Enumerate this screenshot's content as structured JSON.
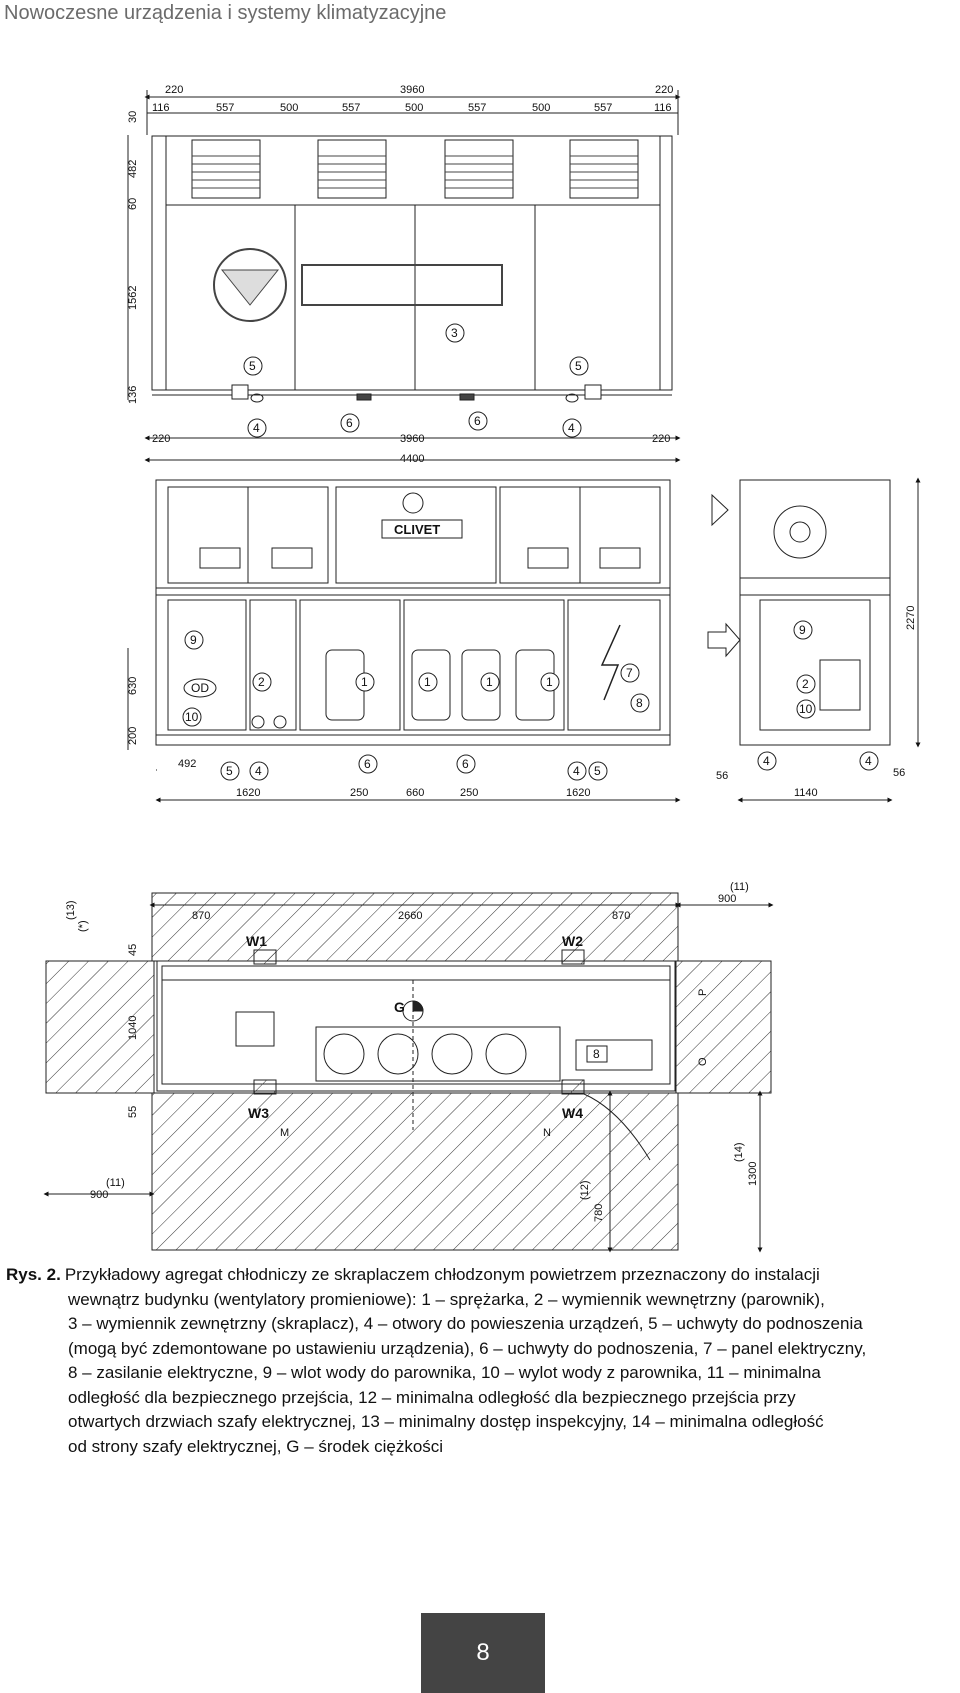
{
  "header": "Nowoczesne urządzenia i systemy klimatyzacyjne",
  "top_view": {
    "dims_top_row1": [
      "220",
      "3960",
      "220"
    ],
    "dims_top_row2": [
      "116",
      "557",
      "500",
      "557",
      "500",
      "557",
      "500",
      "557",
      "116"
    ],
    "dims_left": [
      "30",
      "482",
      "60",
      "1562",
      "136"
    ],
    "dims_bottom": [
      "220",
      "3960",
      "220"
    ],
    "overall_width": "4400",
    "brand": "CLIVET",
    "callouts": [
      "5",
      "5",
      "3",
      "4",
      "6",
      "6",
      "4"
    ]
  },
  "front_view": {
    "callouts_left": [
      "9",
      "OD",
      "10",
      "2"
    ],
    "compressor_labels": [
      "1",
      "1",
      "1",
      "1",
      "1"
    ],
    "panel_labels": [
      "7",
      "8"
    ],
    "bottom_callouts": [
      "5",
      "4",
      "6",
      "6",
      "4",
      "5"
    ],
    "dim_492": "492",
    "dims_left": [
      "630",
      "200"
    ],
    "dims_bottom": [
      "1620",
      "250",
      "660",
      "250",
      "1620"
    ]
  },
  "side_view": {
    "callouts": [
      "9",
      "2",
      "10",
      "4",
      "4"
    ],
    "height": "2270",
    "dims_bottom": [
      "56",
      "1140",
      "56"
    ]
  },
  "plan_view": {
    "top_clearance": [
      "(11)",
      "900"
    ],
    "top_dims": [
      "870",
      "2660",
      "870"
    ],
    "left_labels": [
      "(13)",
      "(*)",
      "45",
      "1040",
      "55"
    ],
    "supports": [
      "W1",
      "W2",
      "W3",
      "W4"
    ],
    "cg_label": "G",
    "panel_label": "8",
    "side_letters": [
      "P",
      "O"
    ],
    "bottom_letters": [
      "M",
      "N"
    ],
    "left_clearance": [
      "(11)",
      "900"
    ],
    "clearance_12": [
      "(12)",
      "780"
    ],
    "clearance_14": [
      "(14)",
      "1300"
    ]
  },
  "caption": {
    "label": "Rys. 2.",
    "lines": [
      "Przykładowy agregat chłodniczy ze skraplaczem chłodzonym powietrzem przeznaczony do instalacji",
      "wewnątrz budynku (wentylatory promieniowe): 1 – sprężarka, 2 – wymiennik wewnętrzny (parownik),",
      "3 – wymiennik zewnętrzny (skraplacz), 4 – otwory do powieszenia urządzeń, 5 – uchwyty do podnoszenia",
      "(mogą być zdemontowane po ustawieniu urządzenia), 6 – uchwyty do podnoszenia, 7 – panel elektryczny,",
      "8 – zasilanie elektryczne, 9 – wlot wody do parownika, 10 – wylot wody z parownika, 11 – minimalna",
      "odległość dla bezpiecznego przejścia, 12 – minimalna odległość dla bezpiecznego przejścia przy",
      "otwartych drzwiach szafy elektrycznej, 13 – minimalny dostęp inspekcyjny, 14 – minimalna odległość",
      "od strony szafy elektrycznej, G – środek ciężkości"
    ]
  },
  "page_number": "8"
}
